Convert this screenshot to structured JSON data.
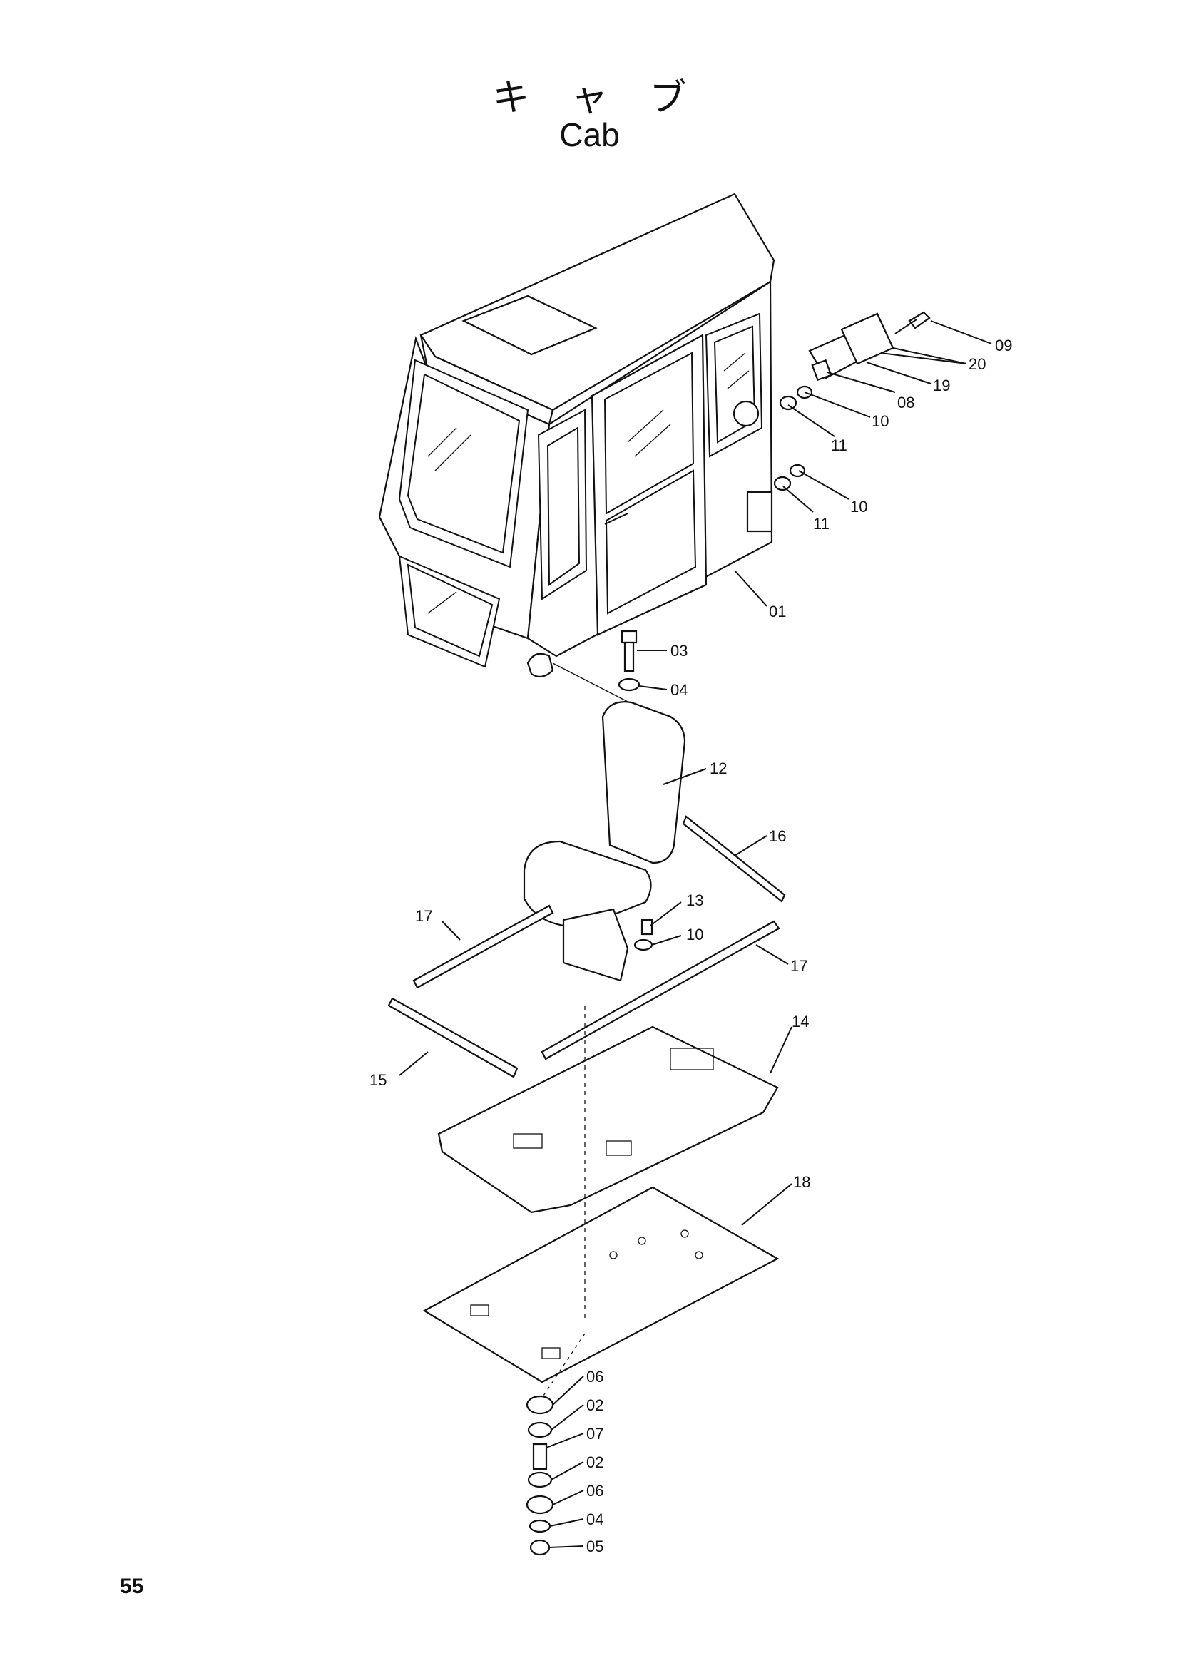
{
  "title": {
    "jp": "キャブ",
    "en": "Cab"
  },
  "page_number": "55",
  "callouts": [
    {
      "id": "c09",
      "label": "09"
    },
    {
      "id": "c20",
      "label": "20"
    },
    {
      "id": "c19",
      "label": "19"
    },
    {
      "id": "c08",
      "label": "08"
    },
    {
      "id": "c10a",
      "label": "10"
    },
    {
      "id": "c11a",
      "label": "11"
    },
    {
      "id": "c10b",
      "label": "10"
    },
    {
      "id": "c11b",
      "label": "11"
    },
    {
      "id": "c01",
      "label": "01"
    },
    {
      "id": "c03",
      "label": "03"
    },
    {
      "id": "c04a",
      "label": "04"
    },
    {
      "id": "c12",
      "label": "12"
    },
    {
      "id": "c16",
      "label": "16"
    },
    {
      "id": "c13",
      "label": "13"
    },
    {
      "id": "c10c",
      "label": "10"
    },
    {
      "id": "c17a",
      "label": "17"
    },
    {
      "id": "c17b",
      "label": "17"
    },
    {
      "id": "c14",
      "label": "14"
    },
    {
      "id": "c15",
      "label": "15"
    },
    {
      "id": "c18",
      "label": "18"
    },
    {
      "id": "c06a",
      "label": "06"
    },
    {
      "id": "c02a",
      "label": "02"
    },
    {
      "id": "c07",
      "label": "07"
    },
    {
      "id": "c02b",
      "label": "02"
    },
    {
      "id": "c06b",
      "label": "06"
    },
    {
      "id": "c04b",
      "label": "04"
    },
    {
      "id": "c05",
      "label": "05"
    }
  ]
}
